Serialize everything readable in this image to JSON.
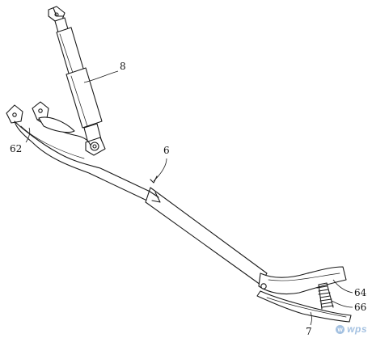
{
  "labels": {
    "damper": "8",
    "upper_arm_end": "62",
    "lever": "6",
    "jaw_tip": "64",
    "spring": "66",
    "lower_jaw": "7"
  },
  "watermark": {
    "icon": "wps-logo-icon",
    "text": "wps"
  }
}
